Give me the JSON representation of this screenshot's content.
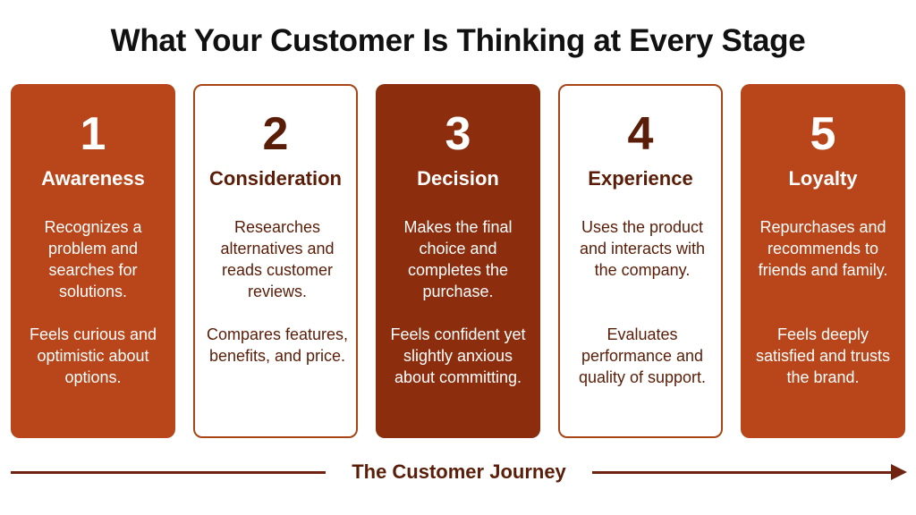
{
  "title": "What Your Customer Is Thinking at Every Stage",
  "colors": {
    "card_fill": "#b8461a",
    "card_fill_dark": "#8c2d0d",
    "card_outline": "#a94417",
    "outline_text": "#5a1d08",
    "arrow": "#6e2410"
  },
  "stages": [
    {
      "number": "1",
      "title": "Awareness",
      "description": "Recognizes a problem and searches for solutions.",
      "feeling": "Feels curious and optimistic about options."
    },
    {
      "number": "2",
      "title": "Consideration",
      "description": "Researches alternatives and reads customer reviews.",
      "feeling": "Compares features, benefits, and price."
    },
    {
      "number": "3",
      "title": "Decision",
      "description": "Makes the final choice and completes the purchase.",
      "feeling": "Feels confident yet slightly anxious about committing."
    },
    {
      "number": "4",
      "title": "Experience",
      "description": "Uses the product and interacts with the company.",
      "feeling": "Evaluates performance and quality of support."
    },
    {
      "number": "5",
      "title": "Loyalty",
      "description": "Repurchases and recommends to friends and family.",
      "feeling": "Feels deeply satisfied and trusts the brand."
    }
  ],
  "journey_label": "The Customer Journey"
}
